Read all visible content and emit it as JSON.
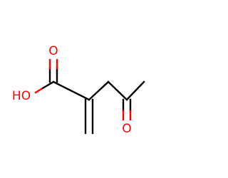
{
  "molecule": {
    "atoms": {
      "carbonyl_oxygen": "O",
      "hydroxyl_group": "HO",
      "ketone_oxygen": "O"
    },
    "colors": {
      "bond": "#000000",
      "oxygen": "#ff0000",
      "background": "#ffffff"
    }
  }
}
